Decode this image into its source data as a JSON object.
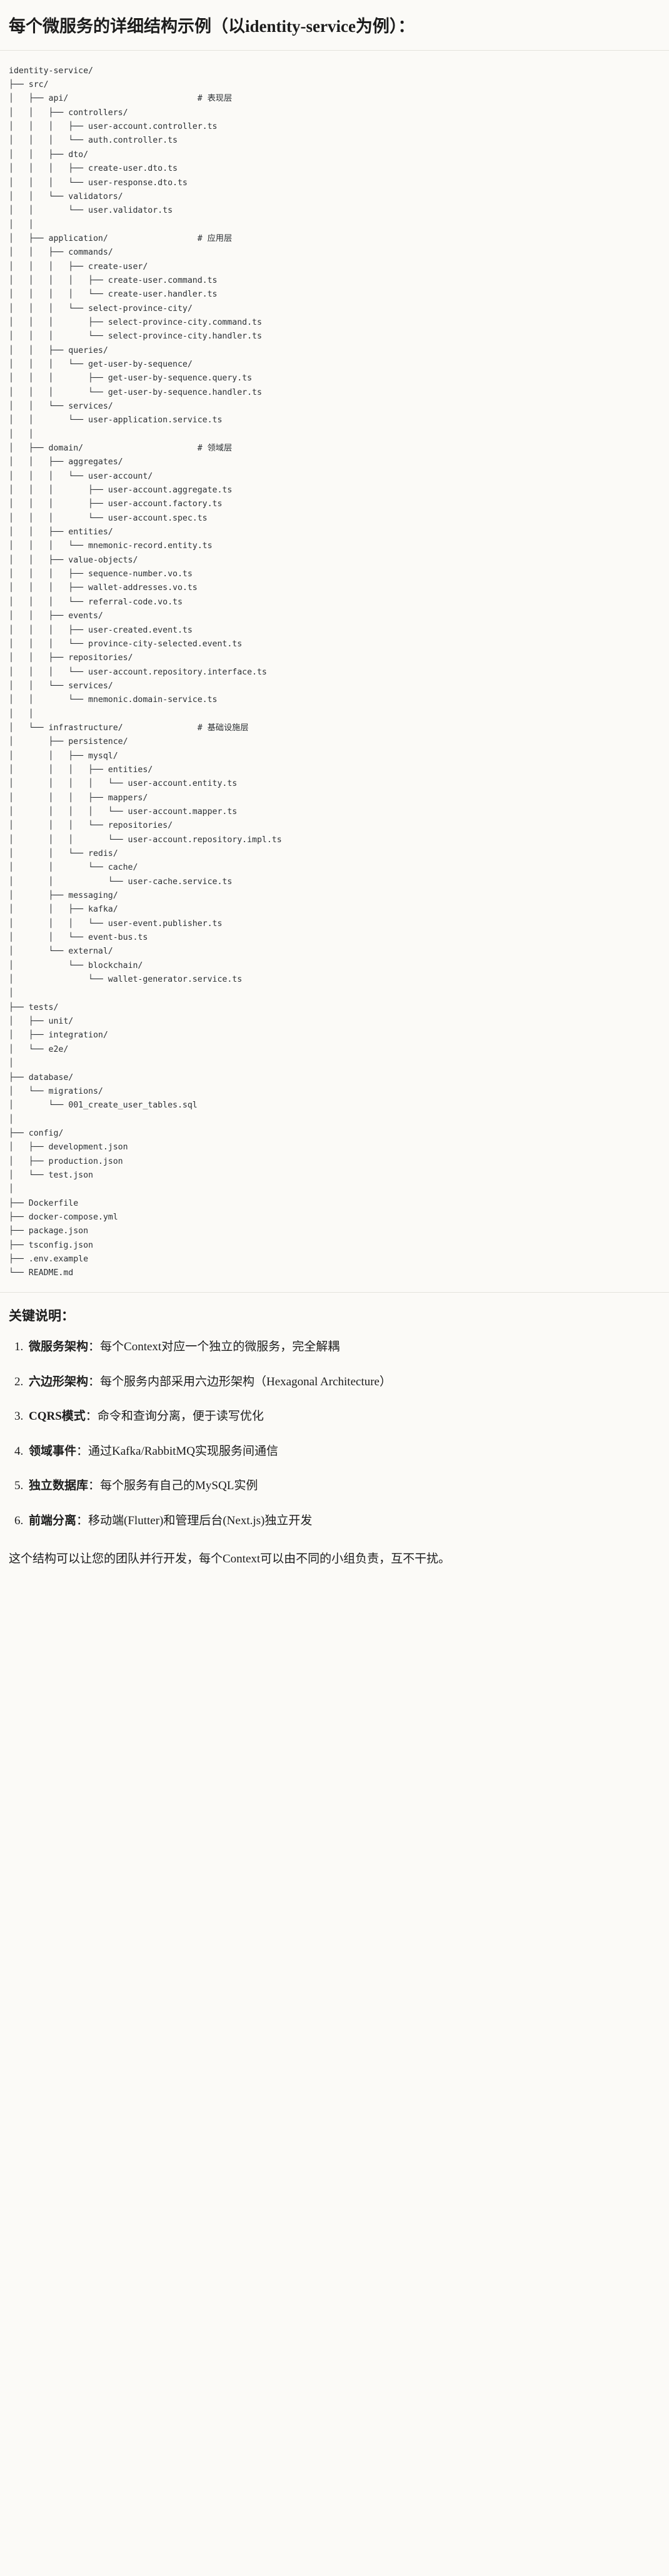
{
  "header": {
    "title": "每个微服务的详细结构示例（以identity-service为例）："
  },
  "tree": {
    "text": "identity-service/\n├── src/\n│   ├── api/                          # 表现层\n│   │   ├── controllers/\n│   │   │   ├── user-account.controller.ts\n│   │   │   └── auth.controller.ts\n│   │   ├── dto/\n│   │   │   ├── create-user.dto.ts\n│   │   │   └── user-response.dto.ts\n│   │   └── validators/\n│   │       └── user.validator.ts\n│   │\n│   ├── application/                  # 应用层\n│   │   ├── commands/\n│   │   │   ├── create-user/\n│   │   │   │   ├── create-user.command.ts\n│   │   │   │   └── create-user.handler.ts\n│   │   │   └── select-province-city/\n│   │   │       ├── select-province-city.command.ts\n│   │   │       └── select-province-city.handler.ts\n│   │   ├── queries/\n│   │   │   └── get-user-by-sequence/\n│   │   │       ├── get-user-by-sequence.query.ts\n│   │   │       └── get-user-by-sequence.handler.ts\n│   │   └── services/\n│   │       └── user-application.service.ts\n│   │\n│   ├── domain/                       # 领域层\n│   │   ├── aggregates/\n│   │   │   └── user-account/\n│   │   │       ├── user-account.aggregate.ts\n│   │   │       ├── user-account.factory.ts\n│   │   │       └── user-account.spec.ts\n│   │   ├── entities/\n│   │   │   └── mnemonic-record.entity.ts\n│   │   ├── value-objects/\n│   │   │   ├── sequence-number.vo.ts\n│   │   │   ├── wallet-addresses.vo.ts\n│   │   │   └── referral-code.vo.ts\n│   │   ├── events/\n│   │   │   ├── user-created.event.ts\n│   │   │   └── province-city-selected.event.ts\n│   │   ├── repositories/\n│   │   │   └── user-account.repository.interface.ts\n│   │   └── services/\n│   │       └── mnemonic.domain-service.ts\n│   │\n│   └── infrastructure/               # 基础设施层\n│       ├── persistence/\n│       │   ├── mysql/\n│       │   │   ├── entities/\n│       │   │   │   └── user-account.entity.ts\n│       │   │   ├── mappers/\n│       │   │   │   └── user-account.mapper.ts\n│       │   │   └── repositories/\n│       │   │       └── user-account.repository.impl.ts\n│       │   └── redis/\n│       │       └── cache/\n│       │           └── user-cache.service.ts\n│       ├── messaging/\n│       │   ├── kafka/\n│       │   │   └── user-event.publisher.ts\n│       │   └── event-bus.ts\n│       └── external/\n│           └── blockchain/\n│               └── wallet-generator.service.ts\n│\n├── tests/\n│   ├── unit/\n│   ├── integration/\n│   └── e2e/\n│\n├── database/\n│   └── migrations/\n│       └── 001_create_user_tables.sql\n│\n├── config/\n│   ├── development.json\n│   ├── production.json\n│   └── test.json\n│\n├── Dockerfile\n├── docker-compose.yml\n├── package.json\n├── tsconfig.json\n├── .env.example\n└── README.md"
  },
  "notes": {
    "heading": "关键说明：",
    "items": [
      {
        "term": "微服务架构",
        "sep": "：",
        "desc": "每个Context对应一个独立的微服务，完全解耦"
      },
      {
        "term": "六边形架构",
        "sep": "：",
        "desc": "每个服务内部采用六边形架构（Hexagonal Architecture）"
      },
      {
        "term": "CQRS模式",
        "sep": "：",
        "desc": "命令和查询分离，便于读写优化"
      },
      {
        "term": "领域事件",
        "sep": "：",
        "desc": "通过Kafka/RabbitMQ实现服务间通信"
      },
      {
        "term": "独立数据库",
        "sep": "：",
        "desc": "每个服务有自己的MySQL实例"
      },
      {
        "term": "前端分离",
        "sep": "：",
        "desc": "移动端(Flutter)和管理后台(Next.js)独立开发"
      }
    ],
    "closing": "这个结构可以让您的团队并行开发，每个Context可以由不同的小组负责，互不干扰。"
  }
}
